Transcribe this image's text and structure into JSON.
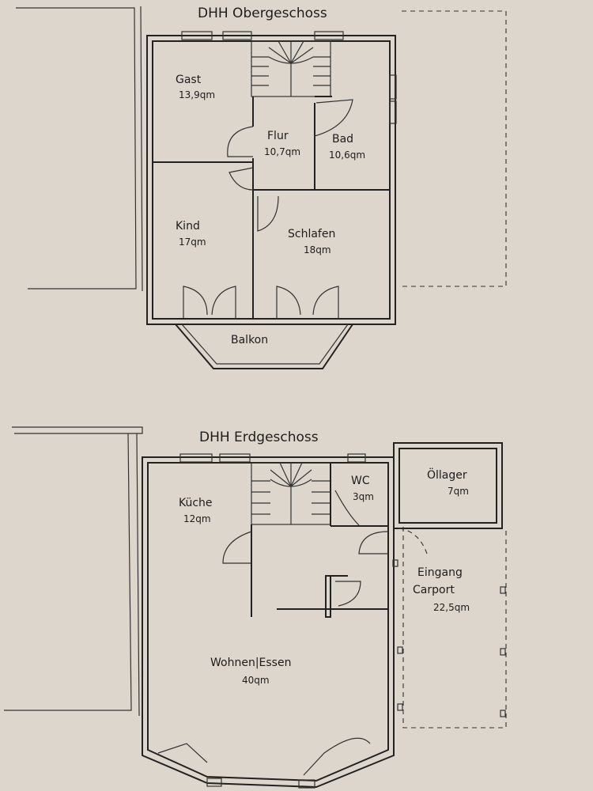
{
  "upper_floor": {
    "title": "DHH Obergeschoss",
    "rooms": [
      {
        "name": "Gast",
        "area": "13,9qm"
      },
      {
        "name": "Flur",
        "area": "10,7qm"
      },
      {
        "name": "Bad",
        "area": "10,6qm"
      },
      {
        "name": "Kind",
        "area": "17qm"
      },
      {
        "name": "Schlafen",
        "area": "18qm"
      },
      {
        "name": "Balkon",
        "area": ""
      }
    ]
  },
  "ground_floor": {
    "title": "DHH Erdgeschoss",
    "rooms": [
      {
        "name": "Küche",
        "area": "12qm"
      },
      {
        "name": "WC",
        "area": "3qm"
      },
      {
        "name": "Öllager",
        "area": "7qm"
      },
      {
        "name": "Eingang",
        "area": ""
      },
      {
        "name": "Carport",
        "area": "22,5qm"
      },
      {
        "name": "Wohnen|Essen",
        "area": "40qm"
      }
    ]
  }
}
